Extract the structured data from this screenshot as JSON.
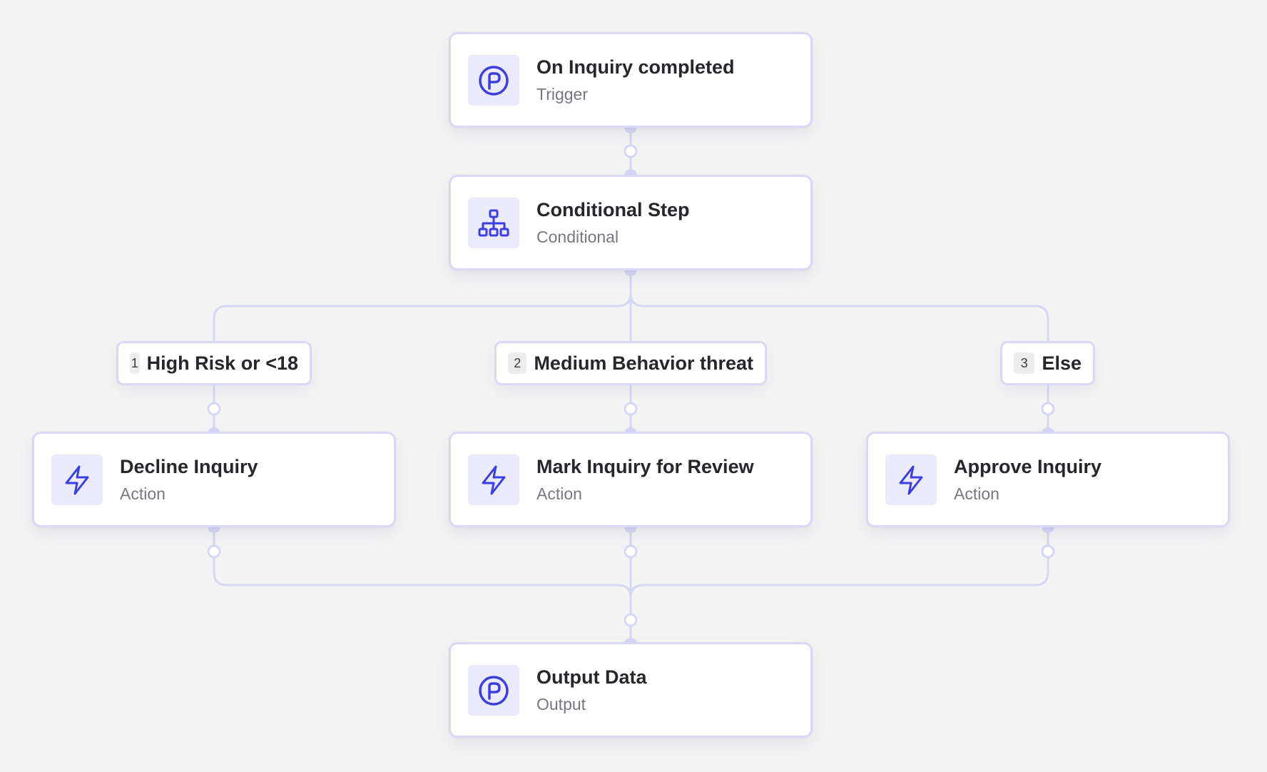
{
  "nodes": {
    "trigger": {
      "title": "On Inquiry completed",
      "subtitle": "Trigger",
      "icon": "persona-logo-icon"
    },
    "conditional": {
      "title": "Conditional Step",
      "subtitle": "Conditional",
      "icon": "sitemap-icon"
    },
    "decline": {
      "title": "Decline Inquiry",
      "subtitle": "Action",
      "icon": "lightning-icon"
    },
    "review": {
      "title": "Mark Inquiry for Review",
      "subtitle": "Action",
      "icon": "lightning-icon"
    },
    "approve": {
      "title": "Approve Inquiry",
      "subtitle": "Action",
      "icon": "lightning-icon"
    },
    "output": {
      "title": "Output Data",
      "subtitle": "Output",
      "icon": "persona-logo-icon"
    }
  },
  "branches": [
    {
      "number": "1",
      "label": "High Risk or <18"
    },
    {
      "number": "2",
      "label": "Medium Behavior threat"
    },
    {
      "number": "3",
      "label": "Else"
    }
  ],
  "colors": {
    "background": "#f4f4f5",
    "accent": "#3b3fe0",
    "icon_bg": "#ebebfd",
    "connector": "#d6d6f6",
    "node_border": "#d9d9f7"
  }
}
